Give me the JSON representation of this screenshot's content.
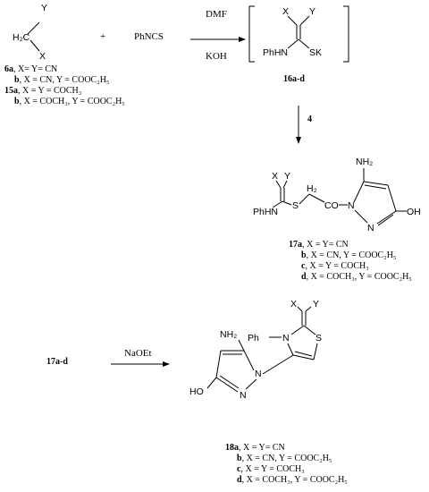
{
  "reaction1": {
    "start": {
      "atoms": {
        "h2c": "H₂C",
        "x": "X",
        "y": "Y"
      },
      "labels": [
        {
          "id": "6a",
          "rest": ", X= Y= CN"
        },
        {
          "id": "b",
          "rest": ", X = CN, Y = COOC₂H₅"
        },
        {
          "id": "15a",
          "rest": ", X = Y = COCH₃"
        },
        {
          "id": "b",
          "rest": ", X = COCH₃, Y = COOC₂H₅"
        }
      ]
    },
    "plus": "+",
    "reagent": "PhNCS",
    "conditions": {
      "above": "DMF",
      "below": "KOH"
    },
    "intermediate": {
      "atoms": {
        "x": "X",
        "y": "Y",
        "phhn": "PhHN",
        "sk": "SK"
      },
      "compound": "16a-d"
    }
  },
  "reaction2": {
    "reagent": "4",
    "product": {
      "atoms": {
        "x": "X",
        "y": "Y",
        "phhn": "PhHN",
        "s": "S",
        "h2": "H₂",
        "co": "CO",
        "n1": "N",
        "n2": "N",
        "nh2": "NH₂",
        "oh": "OH"
      },
      "labels": [
        {
          "id": "17a",
          "rest": ", X = Y= CN"
        },
        {
          "id": "b",
          "rest": ", X = CN, Y = COOC₂H₅"
        },
        {
          "id": "c",
          "rest": ", X = Y = COCH₃"
        },
        {
          "id": "d",
          "rest": ", X = COCH₃, Y = COOC₂H₅"
        }
      ]
    }
  },
  "reaction3": {
    "start": "17a-d",
    "reagent": "NaOEt",
    "product": {
      "atoms": {
        "x": "X",
        "y": "Y",
        "ph": "Ph",
        "n3": "N",
        "s": "S",
        "nh2": "NH₂",
        "n1": "N",
        "n2": "N",
        "ho": "HO"
      },
      "labels": [
        {
          "id": "18a",
          "rest": ", X = Y= CN"
        },
        {
          "id": "b",
          "rest": ", X = CN, Y = COOC₂H₅"
        },
        {
          "id": "c",
          "rest": ", X = Y = COCH₃"
        },
        {
          "id": "d",
          "rest": ", X = COCH₃, Y = COOC₂H₅"
        }
      ]
    }
  }
}
